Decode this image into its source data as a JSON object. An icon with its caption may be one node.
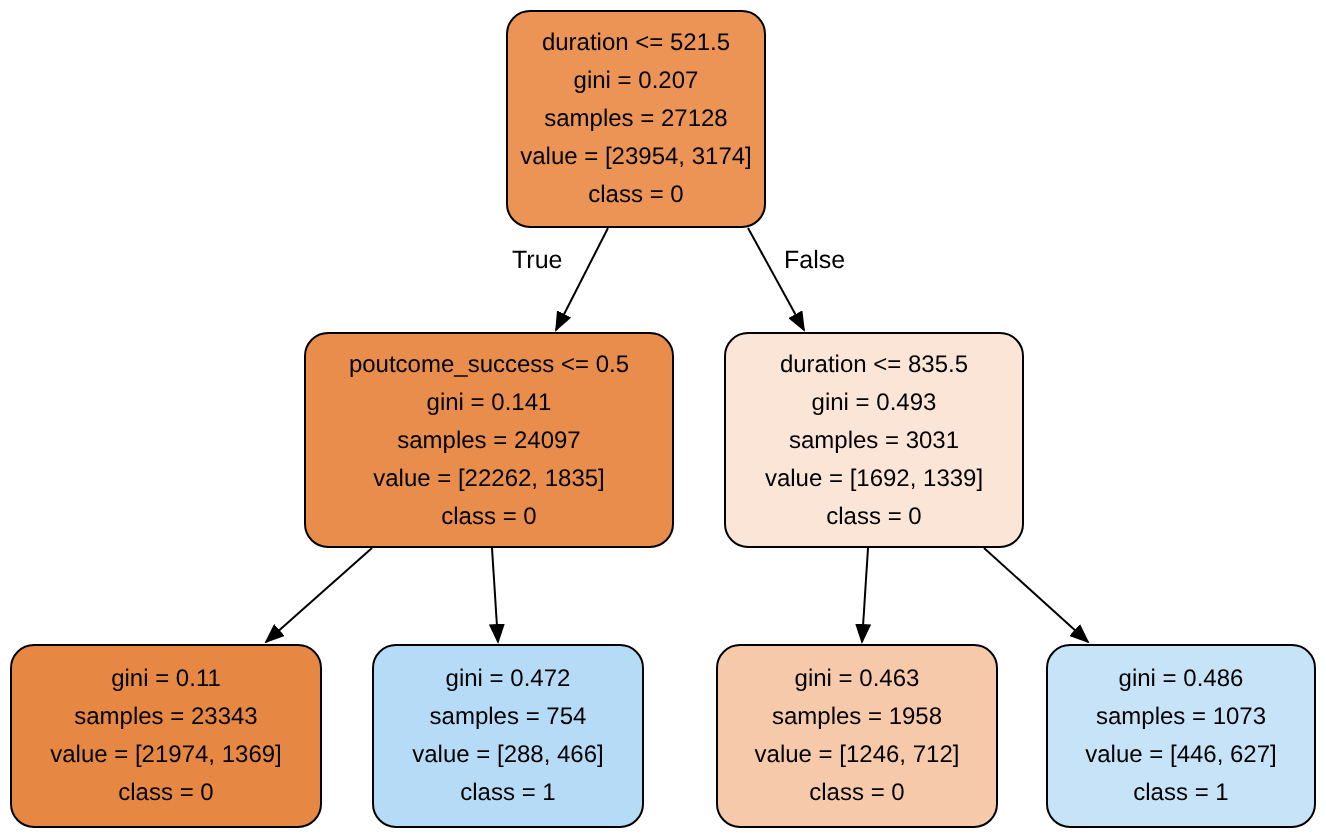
{
  "diagram": {
    "nodes": [
      {
        "text": [
          "duration <= 521.5",
          "gini = 0.207",
          "samples = 27128",
          "value = [23954, 3174]",
          "class = 0"
        ]
      },
      {
        "text": [
          "poutcome_success <= 0.5",
          "gini = 0.141",
          "samples = 24097",
          "value = [22262, 1835]",
          "class = 0"
        ]
      },
      {
        "text": [
          "duration <= 835.5",
          "gini = 0.493",
          "samples = 3031",
          "value = [1692, 1339]",
          "class = 0"
        ]
      },
      {
        "text": [
          "gini = 0.11",
          "samples = 23343",
          "value = [21974, 1369]",
          "class = 0"
        ]
      },
      {
        "text": [
          "gini = 0.472",
          "samples = 754",
          "value = [288, 466]",
          "class = 1"
        ]
      },
      {
        "text": [
          "gini = 0.463",
          "samples = 1958",
          "value = [1246, 712]",
          "class = 0"
        ]
      },
      {
        "text": [
          "gini = 0.486",
          "samples = 1073",
          "value = [446, 627]",
          "class = 1"
        ]
      }
    ],
    "edges": [
      {
        "from": 0,
        "to": 1,
        "arrow": "to",
        "label": "True"
      },
      {
        "from": 0,
        "to": 2,
        "arrow": "to",
        "label": "False"
      },
      {
        "from": 1,
        "to": 3,
        "arrow": "to"
      },
      {
        "from": 1,
        "to": 4,
        "arrow": "to"
      },
      {
        "from": 2,
        "to": 5,
        "arrow": "to"
      },
      {
        "from": 2,
        "to": 6,
        "arrow": "to"
      }
    ]
  }
}
